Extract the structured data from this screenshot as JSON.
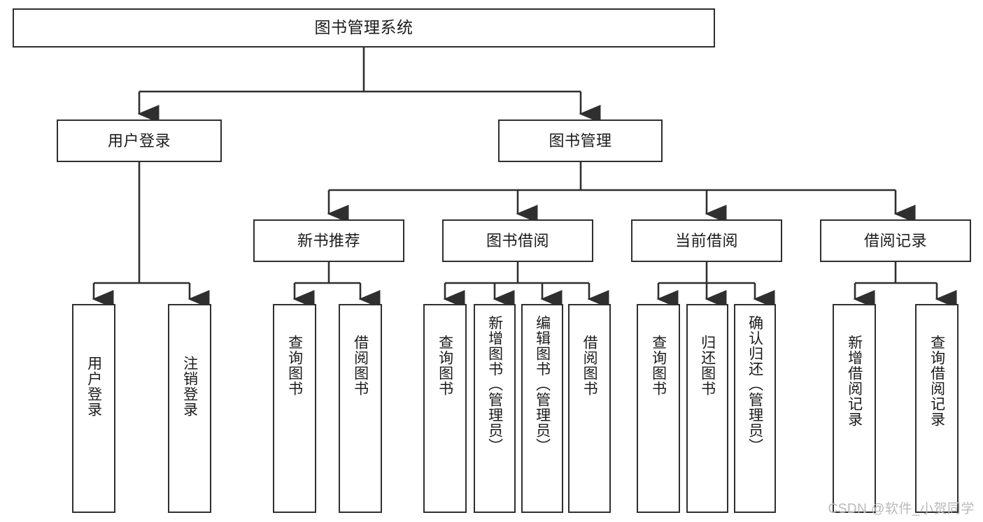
{
  "diagram": {
    "title": "图书管理系统",
    "root": {
      "label": "图书管理系统"
    },
    "level2": [
      {
        "label": "用户登录"
      },
      {
        "label": "图书管理"
      }
    ],
    "level3": [
      {
        "label": "新书推荐"
      },
      {
        "label": "图书借阅"
      },
      {
        "label": "当前借阅"
      },
      {
        "label": "借阅记录"
      }
    ],
    "leaves": [
      {
        "label": "用户登录"
      },
      {
        "label": "注销登录"
      },
      {
        "label": "查询图书"
      },
      {
        "label": "借阅图书"
      },
      {
        "label": "查询图书"
      },
      {
        "label": "新增图书（管理员）"
      },
      {
        "label": "编辑图书（管理员）"
      },
      {
        "label": "借阅图书"
      },
      {
        "label": "查询图书"
      },
      {
        "label": "归还图书"
      },
      {
        "label": "确认归还（管理员）"
      },
      {
        "label": "新增借阅记录"
      },
      {
        "label": "查询借阅记录"
      }
    ],
    "watermark": "CSDN @软件_小贺同学",
    "colors": {
      "border": "#2f2f2f",
      "text": "#1b1b1b",
      "background": "#ffffff",
      "watermark": "#b9b9b9"
    }
  }
}
